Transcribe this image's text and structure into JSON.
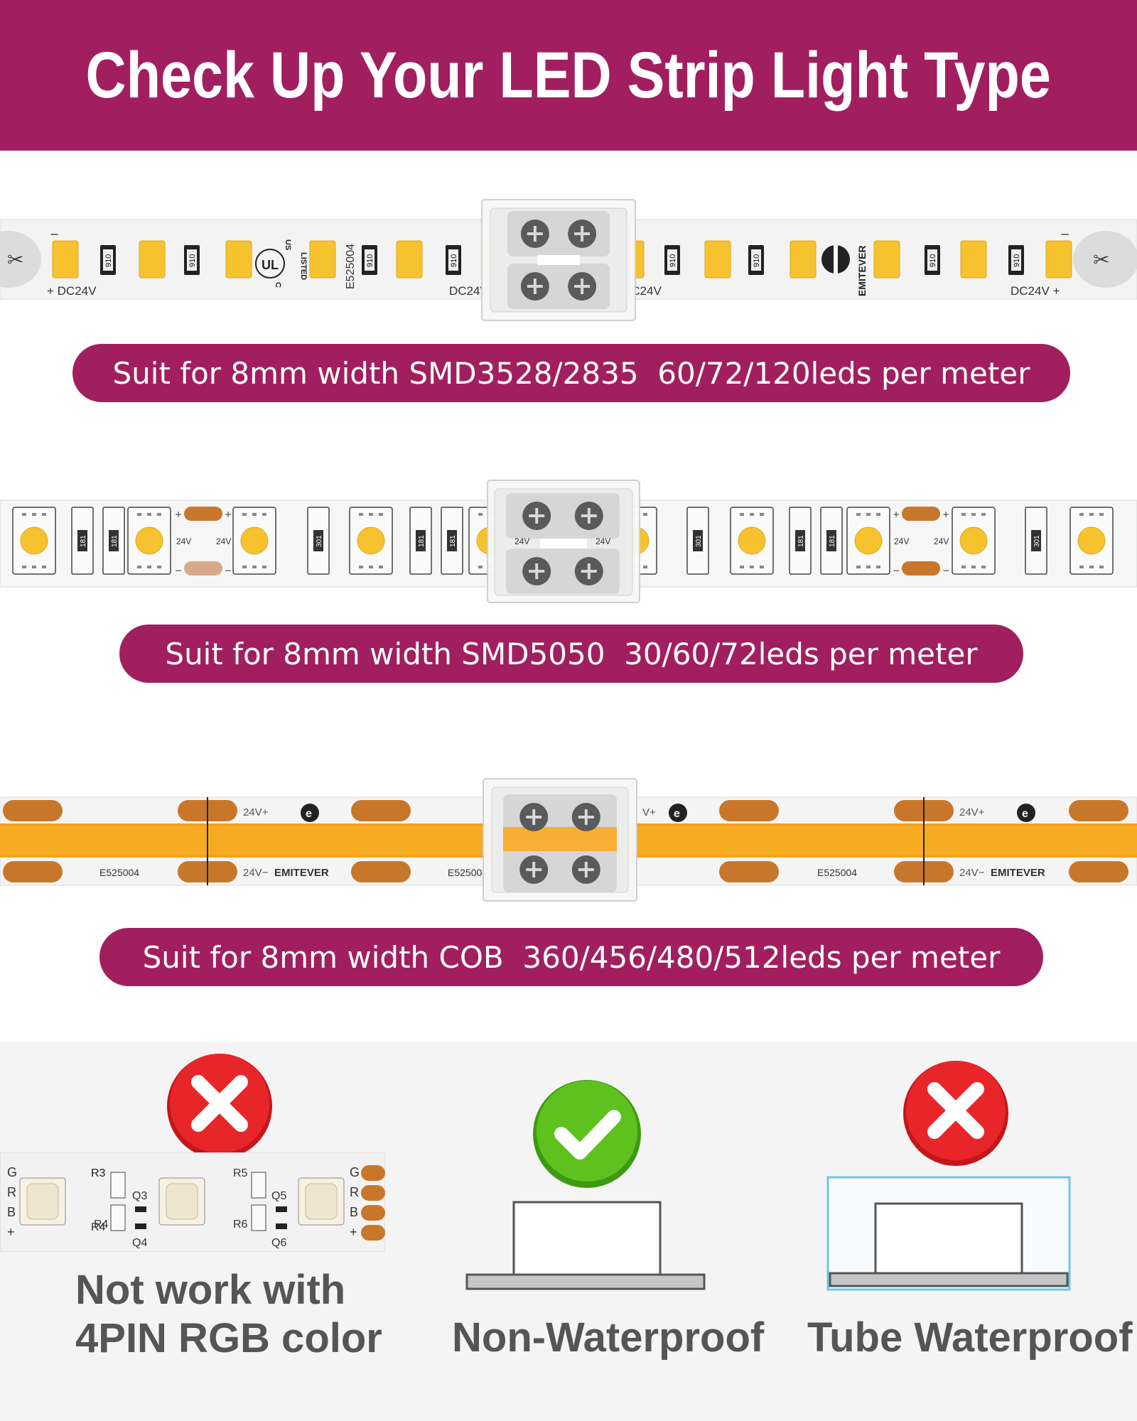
{
  "header": {
    "title": "Check Up Your LED Strip Light Type"
  },
  "strips": [
    {
      "type": "SMD3528/2835",
      "label": "Suit for 8mm width SMD3528/2835  60/72/120leds per meter",
      "printed_text": {
        "voltage_left": "+ DC24V",
        "voltage_mid_left": "DC24V",
        "voltage_mid_right": "DC24V",
        "voltage_right": "DC24V +",
        "resistor_code": "910",
        "cert_code": "E525004",
        "ul_us": "US",
        "ul_mark": "UL",
        "ul_listed": "LISTED",
        "ul_c": "C",
        "brand": "EMITEVER"
      }
    },
    {
      "type": "SMD5050",
      "label": "Suit for 8mm width SMD5050  30/60/72leds per meter",
      "printed_text": {
        "voltage": "24V",
        "resistor_code_a": "181",
        "resistor_code_b": "301",
        "plus": "+",
        "minus": "−"
      }
    },
    {
      "type": "COB",
      "label": "Suit for 8mm width COB  360/456/480/512leds per meter",
      "printed_text": {
        "pos": "24V+",
        "neg": "24V−",
        "cert_code": "E525004",
        "brand": "EMITEVER",
        "logo": "e"
      }
    }
  ],
  "compatibility": [
    {
      "label_line1": "Not work with",
      "label_line2": "4PIN RGB color",
      "status": "not-compatible",
      "icon": "cross-icon",
      "rgb_pins": [
        "G",
        "R",
        "B",
        "+"
      ],
      "rgb_parts": [
        "R3",
        "R4",
        "Q3",
        "Q4",
        "R5",
        "R6",
        "Q5",
        "Q6"
      ]
    },
    {
      "label_line1": "Non-Waterproof",
      "status": "compatible",
      "icon": "check-icon"
    },
    {
      "label_line1": "Tube Waterproof",
      "status": "not-compatible",
      "icon": "cross-icon"
    }
  ],
  "colors": {
    "brand_magenta": "#a11f5f",
    "led_amber": "#f6c22e",
    "cob_orange": "#f3a11e",
    "pad_copper": "#c8772a",
    "cross_red": "#e8262a",
    "check_green": "#5dc21e",
    "tube_blue": "#6cc6e8"
  }
}
